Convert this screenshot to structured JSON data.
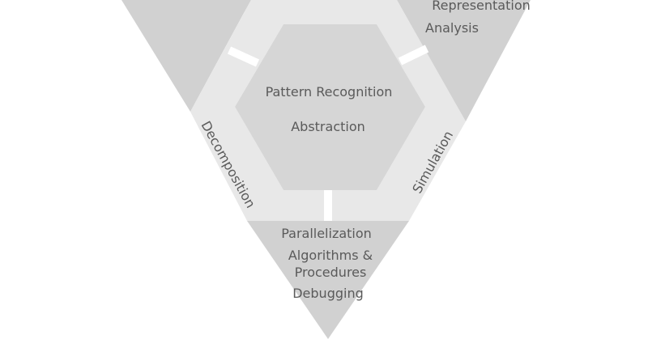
{
  "center": {
    "line1": "Pattern Recognition",
    "line2": "Abstraction"
  },
  "top_right": {
    "line1": "Representation",
    "line2": "Analysis"
  },
  "bottom": {
    "line1": "Parallelization",
    "line2": "Algorithms &",
    "line3": "Procedures",
    "line4": "Debugging"
  },
  "ring": {
    "left": "Decomposition",
    "right": "Simulation"
  },
  "colors": {
    "triangle": "#d1d1d1",
    "ring": "#e8e8e8",
    "hexagon": "#d6d6d6",
    "separator": "#ffffff",
    "text": "#5a5a5a"
  }
}
